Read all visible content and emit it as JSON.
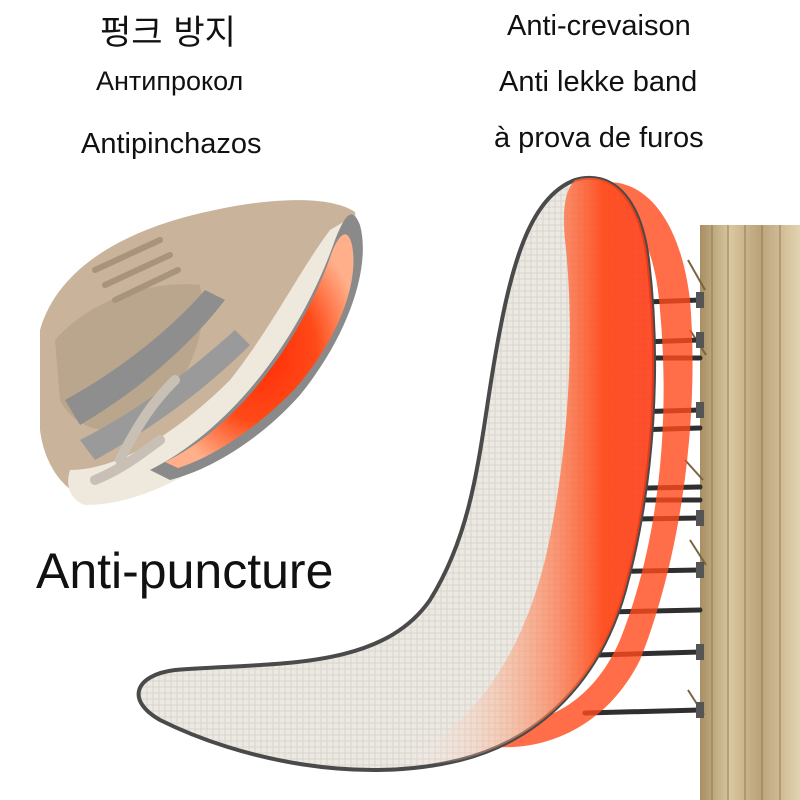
{
  "texts": {
    "korean": "펑크 방지",
    "russian": "Антипрокол",
    "spanish": "Antipinchazos",
    "french": "Anti-crevaison",
    "dutch": "Anti lekke band",
    "portuguese": "à prova de furos",
    "headline": "Anti-puncture"
  },
  "colors": {
    "heat_core": "#ff3a10",
    "heat_glow": "#ff8a60",
    "insole": "#e9e6e0",
    "insole_edge": "#4a4a4a",
    "board": "#c9b48a",
    "nail": "#3a3a3a",
    "shoe_suede": "#c9b39b",
    "shoe_stripe": "#8e8e8e",
    "sole": "#efe8dc"
  },
  "icons": [
    "shoe-illustration",
    "insole-illustration",
    "nail-board-illustration"
  ]
}
